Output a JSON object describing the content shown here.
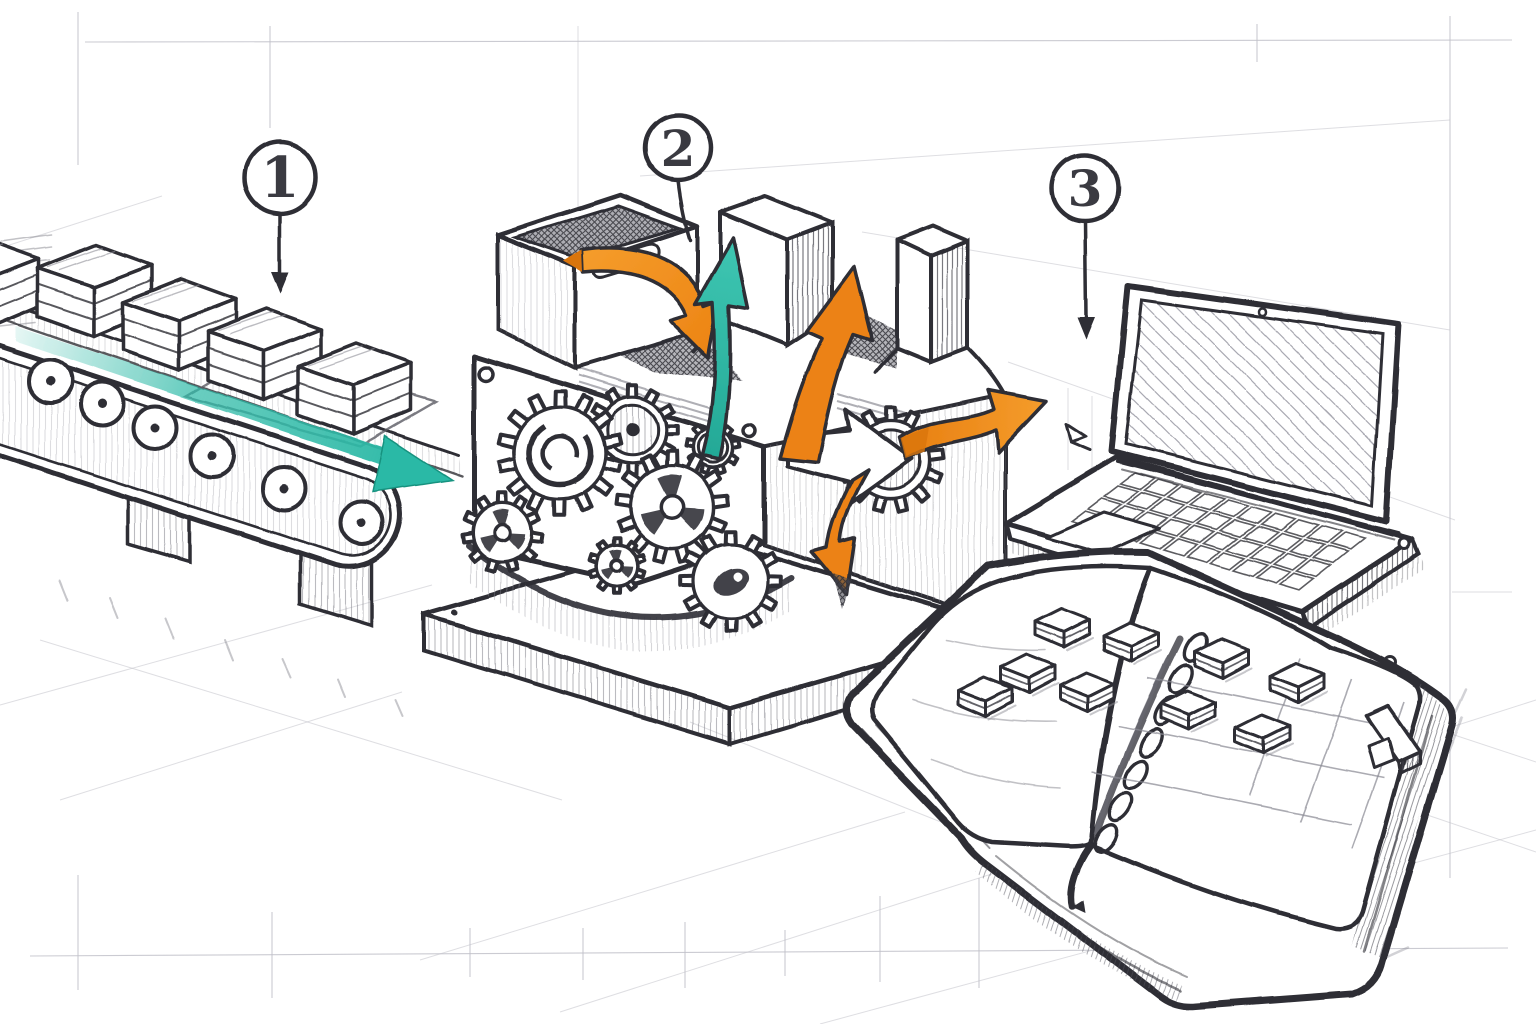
{
  "figure": {
    "type": "hand-drawn pencil process sketch",
    "background": "#ffffff",
    "visible_text": [
      "1",
      "2",
      "3"
    ]
  },
  "colors": {
    "ink": "#2e2e35",
    "pencil": "#8f8f98",
    "pencil_light": "#c9c9d1",
    "guide": "#c2c2ca",
    "teal": "#2cb9a6",
    "teal_dark": "#18927f",
    "orange": "#f18d1f",
    "orange_dark": "#d9750f",
    "paper": "#ffffff"
  },
  "callouts": [
    {
      "label": "1",
      "points_to": "conveyor belt with boxes"
    },
    {
      "label": "2",
      "points_to": "gear machine with hopper"
    },
    {
      "label": "3",
      "points_to": "laptop and open book"
    }
  ],
  "conveyor": {
    "box_count": 5,
    "roller_count": 6,
    "flow": {
      "color_key": "teal",
      "direction": "down-right along belt"
    }
  },
  "machine": {
    "gear_count": 8,
    "hopper_count": 1,
    "chute_count": 2,
    "bolt_holes": 2,
    "flows": [
      {
        "color_key": "orange",
        "path": "curls from hopper down into machine"
      },
      {
        "color_key": "teal",
        "path": "rises up out of machine"
      },
      {
        "color_key": "orange",
        "path": "rises up between chutes"
      },
      {
        "color_key": "orange",
        "path": "exits right toward laptop"
      },
      {
        "color_key": "orange",
        "path": "curves down toward open book"
      }
    ]
  },
  "laptop": {
    "webcam_dot": 1,
    "keyboard": {
      "rows": 4,
      "cols": 10
    },
    "screen_texture": "diagonal pencil hatch"
  },
  "book": {
    "binding": "spiral",
    "spiral_coils": 7,
    "left_page_blocks": 5,
    "right_page_blocks": 4,
    "right_page_grid_lines": 6,
    "corner_ring": 1,
    "clasp": 1
  }
}
